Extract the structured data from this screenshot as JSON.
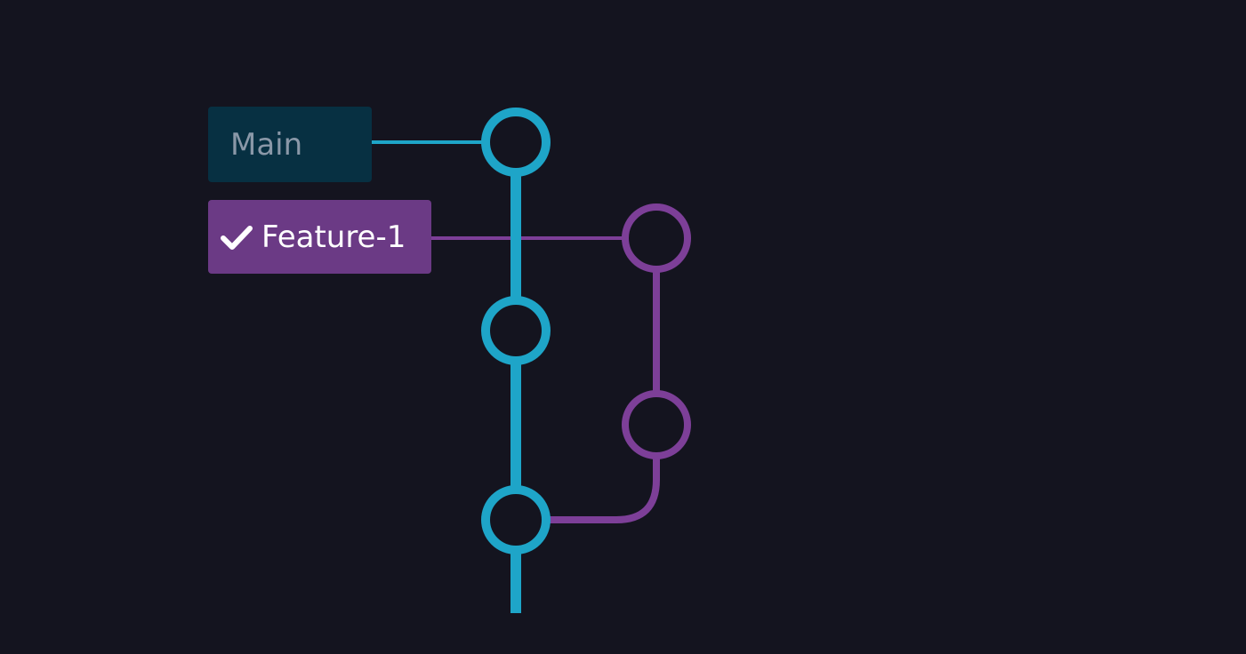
{
  "branches": {
    "main": {
      "label": "Main",
      "color": "#1ea5c8",
      "label_bg": "#073042",
      "label_text": "#8a98a8"
    },
    "feature": {
      "label": "Feature-1",
      "color": "#7d3f98",
      "label_bg": "#6b3a85",
      "label_text": "#ffffff",
      "active_icon": "check-icon"
    }
  },
  "commits": {
    "main": 3,
    "feature": 2
  },
  "colors": {
    "background": "#14141f"
  }
}
